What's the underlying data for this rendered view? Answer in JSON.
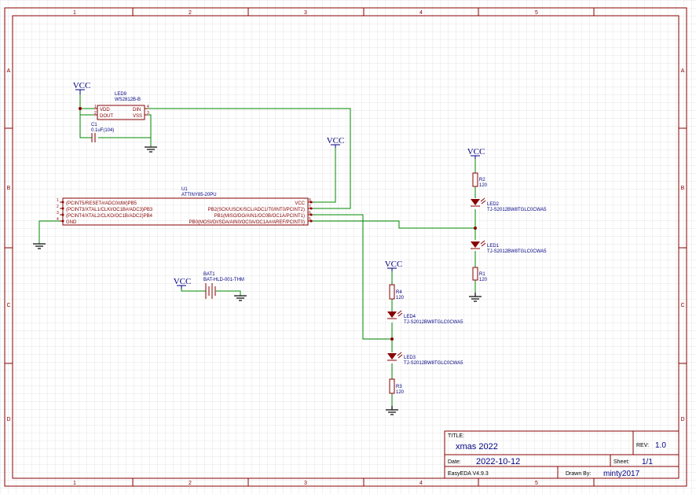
{
  "frame": {
    "cols": [
      "1",
      "2",
      "3",
      "4",
      "5"
    ],
    "rows": [
      "A",
      "B",
      "C",
      "D"
    ]
  },
  "title_block": {
    "title_label": "TITLE:",
    "title": "xmas 2022",
    "rev_label": "REV:",
    "rev": "1.0",
    "date_label": "Date:",
    "date": "2022-10-12",
    "sheet_label": "Sheet:",
    "sheet": "1/1",
    "software": "EasyEDA V4.9.3",
    "drawn_by_label": "Drawn By:",
    "drawn_by": "minty2017"
  },
  "power": {
    "vcc": "VCC"
  },
  "led9": {
    "ref": "LED9",
    "value": "WS2812B-B",
    "pins": [
      "VDD",
      "DOUT",
      "DIN",
      "VSS"
    ],
    "pin_numbers": [
      "1",
      "2",
      "4",
      "3"
    ]
  },
  "c1": {
    "ref": "C1",
    "value": "0.1uF(104)"
  },
  "u1": {
    "ref": "U1",
    "value": "ATTINY85-20PU",
    "left_pins": [
      "(PCINT5/RESET#/ADC0/dW)PB5",
      "(PCINT3/XTAL1/CLKI/OC1B#/ADC3)PB3",
      "(PCINT4/XTAL2/CLKO/OC1B/ADC2)PB4",
      "GND"
    ],
    "right_pins": [
      "VCC",
      "PB2(SCK/USCK/SCL/ADC1/T0/INT0/PCINT2)",
      "PB1(MISO/DO/AIN1/OC0B/OC1A/PCINT1)",
      "PB0(MOSI/DI/SDA/AIN0/OC0A/OC1A#/AREF/PCINT0)"
    ],
    "left_pin_numbers": [
      "1",
      "2",
      "3",
      "4"
    ],
    "right_pin_numbers": [
      "8",
      "7",
      "6",
      "5"
    ]
  },
  "r2": {
    "ref": "R2",
    "value": "120"
  },
  "led2": {
    "ref": "LED2",
    "value": "TJ-S2012BW8TGLC0CWA5"
  },
  "led1": {
    "ref": "LED1",
    "value": "TJ-S2012BW8TGLC0CWA5"
  },
  "r1": {
    "ref": "R1",
    "value": "120"
  },
  "r4": {
    "ref": "R4",
    "value": "120"
  },
  "led4": {
    "ref": "LED4",
    "value": "TJ-S2012BW8TGLC0CWA5"
  },
  "led3": {
    "ref": "LED3",
    "value": "TJ-S2012BW8TGLC0CWA5"
  },
  "r3": {
    "ref": "R3",
    "value": "120"
  },
  "bat1": {
    "ref": "BAT1",
    "value": "BAT-HLD-001-THM"
  },
  "colors": {
    "wire": "#008800",
    "component": "#880000",
    "label": "#000080"
  }
}
